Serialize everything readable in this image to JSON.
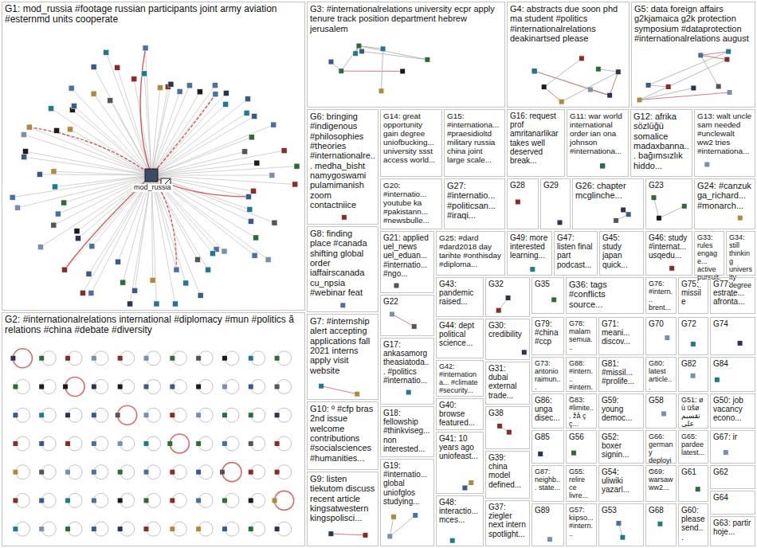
{
  "diagram": {
    "nodes": [
      {
        "text": [
          "G1: mod_russia #footage russian participants joint army aviation #esternmd units cooperate"
        ]
      },
      {
        "text": [
          "G2: #internationalrelations international #diplomacy #mun #politics ã relations #china #debate #diversity"
        ]
      },
      {
        "text": [
          "G3: #internationalrelations university ecpr apply tenure track position department hebrew jerusalem"
        ]
      },
      {
        "text": [
          "G4: abstracts due soon phd ma student #politics #internationalrelations deakinartsed please"
        ]
      },
      {
        "text": [
          "G5: data foreign affairs g2kjamaica g2k protection symposium #dataprotection #internationalrelations august"
        ]
      },
      {
        "text": [
          "G6: bringing #indigenous #philosophies #theories #internationalre... medha_bisht namygoswami pulamimanish zoom contactniice"
        ]
      },
      {
        "text": [
          "G14: great opportunity gain degree uniofbucking... university ssst access world..."
        ]
      },
      {
        "text": [
          "G15: #internationa... #praesidioltd military russia china joint large scale..."
        ]
      },
      {
        "text": [
          "G16: request prof amritanarlikar takes well deserved break..."
        ]
      },
      {
        "text": [
          "G11: war world international order ian ona johnson #internationa..."
        ]
      },
      {
        "text": [
          "G12: afrika sözlüğü somalice madaxbanna... bağımsızlık hiddo..."
        ]
      },
      {
        "text": [
          "G13: walt uncle sam needed #unclewalt ww2 tries #internationa..."
        ]
      },
      {
        "text": [
          "G20: #internatio... youtube ka #pakistann... #newsbulle..."
        ]
      },
      {
        "text": [
          "G27: #internatio... #politicsan... #iraqi..."
        ]
      },
      {
        "text": [
          "G28"
        ]
      },
      {
        "text": [
          "G29"
        ]
      },
      {
        "text": [
          "G26: chapter mcglinche..."
        ]
      },
      {
        "text": [
          "G23"
        ]
      },
      {
        "text": [
          "G24: #canzuk ga_richard... #monarch..."
        ]
      },
      {
        "text": [
          "G8: finding place #canada shifting global order iaffairscanada cu_npsia #webinar feat"
        ]
      },
      {
        "text": [
          "G21: applied uel_news uel_eduan... #internatio... #ngo..."
        ]
      },
      {
        "text": [
          "G25: #dard #dard2018 day tarihte #onthisday #diploma..."
        ]
      },
      {
        "text": [
          "G49: more interested learning..."
        ]
      },
      {
        "text": [
          "G47: listen final part podcast..."
        ]
      },
      {
        "text": [
          "G45: study japan quick..."
        ]
      },
      {
        "text": [
          "G46: study #internat... usqedu..."
        ]
      },
      {
        "text": [
          "G33: rules engage... active pursuit..."
        ]
      },
      {
        "text": [
          "G34: still thinking university degree..."
        ]
      },
      {
        "text": [
          "G7: #internship alert accepting applications fall 2021 interns apply visit website"
        ]
      },
      {
        "text": [
          "G22"
        ]
      },
      {
        "text": [
          "G43: pandemic raised..."
        ]
      },
      {
        "text": [
          "G32"
        ]
      },
      {
        "text": [
          "G35"
        ]
      },
      {
        "text": [
          "G36: tags #conflicts source..."
        ]
      },
      {
        "text": [
          "G76: #intern... brent..."
        ]
      },
      {
        "text": [
          "G75: missile"
        ]
      },
      {
        "text": [
          "G77: estrate... afronta..."
        ]
      },
      {
        "text": [
          "G44: dept political science..."
        ]
      },
      {
        "text": [
          "G30: credibility"
        ]
      },
      {
        "text": [
          "G79: #china #ccp"
        ]
      },
      {
        "text": [
          "G78: malam semua..."
        ]
      },
      {
        "text": [
          "G71: meani... discov..."
        ]
      },
      {
        "text": [
          "G70"
        ]
      },
      {
        "text": [
          "G72"
        ]
      },
      {
        "text": [
          "G74"
        ]
      },
      {
        "text": [
          "G17: ankasamorg theasiatoda... #politics #internatio..."
        ]
      },
      {
        "text": [
          "G42: #internationa... #climate #security..."
        ]
      },
      {
        "text": [
          "G31: dubai external trade..."
        ]
      },
      {
        "text": [
          "G73: antonio raimun..."
        ]
      },
      {
        "text": [
          "G88: #intern... #intern..."
        ]
      },
      {
        "text": [
          "G81: #missil... #prolife..."
        ]
      },
      {
        "text": [
          "G80: latest article..."
        ]
      },
      {
        "text": [
          "G82"
        ]
      },
      {
        "text": [
          "G84"
        ]
      },
      {
        "text": [
          "G10: º #cfp bras 2nd issue welcome contributions #socialsciences #humanities..."
        ]
      },
      {
        "text": [
          "G40: browse featured..."
        ]
      },
      {
        "text": [
          "G38"
        ]
      },
      {
        "text": [
          "G86: unga disec..."
        ]
      },
      {
        "text": [
          "G83: #limite... žå ç ç..."
        ]
      },
      {
        "text": [
          "G59: young democ..."
        ]
      },
      {
        "text": [
          "G58"
        ]
      },
      {
        "text": [
          "G51: ø ù ūšø تقسيم على"
        ]
      },
      {
        "text": [
          "G50: job vacancy econo..."
        ]
      },
      {
        "text": [
          "G18: fellowship #thinkviseg... non interested..."
        ]
      },
      {
        "text": [
          "G41: 10 years ago uniofeast..."
        ]
      },
      {
        "text": [
          "G85"
        ]
      },
      {
        "text": [
          "G56"
        ]
      },
      {
        "text": [
          "G52: boxer signin..."
        ]
      },
      {
        "text": [
          "G66: germany deployi..."
        ]
      },
      {
        "text": [
          "G65: pardee latest..."
        ]
      },
      {
        "text": [
          "G67: ir"
        ]
      },
      {
        "text": [
          "G39: china model defined..."
        ]
      },
      {
        "text": [
          "G19: #internatio... global uniofglos studying..."
        ]
      },
      {
        "text": [
          "G87: neighb... state..."
        ]
      },
      {
        "text": [
          "G55: relire ce livre..."
        ]
      },
      {
        "text": [
          "G54: uliwiki yazarl..."
        ]
      },
      {
        "text": [
          "G69: warsaw ww2..."
        ]
      },
      {
        "text": [
          "G61"
        ]
      },
      {
        "text": [
          "G62"
        ]
      },
      {
        "text": [
          "G9: listen tiekutom discuss recent article kingsatwestern kingspolisci..."
        ]
      },
      {
        "text": [
          "G64"
        ]
      },
      {
        "text": [
          "G48: interactio... mces..."
        ]
      },
      {
        "text": [
          "G37: ziegler next intern spotlight..."
        ]
      },
      {
        "text": [
          "G89"
        ]
      },
      {
        "text": [
          "G57: kiipso... #intern..."
        ]
      },
      {
        "text": [
          "G53"
        ]
      },
      {
        "text": [
          "G68"
        ]
      },
      {
        "text": [
          "G60: please send..."
        ]
      },
      {
        "text": [
          "G63: partir hoje..."
        ]
      }
    ],
    "labels": [
      "mod_russia"
    ]
  }
}
